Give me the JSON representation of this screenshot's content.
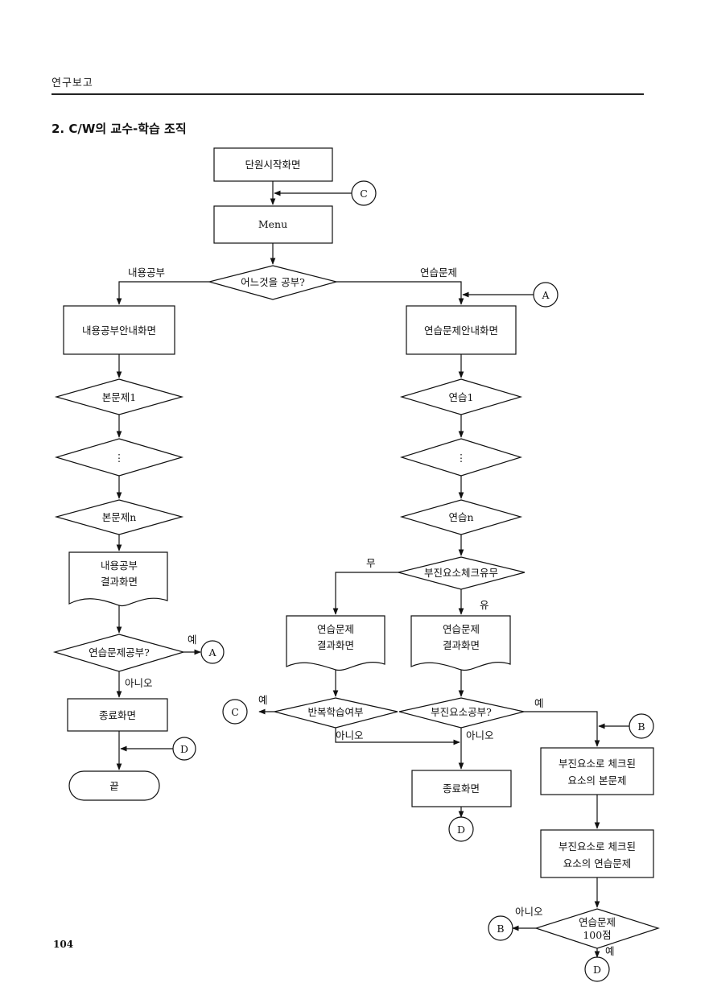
{
  "header": {
    "label": "연구보고",
    "section_title": "2. C/W의 교수-학습 조직",
    "page_number": "104"
  },
  "flowchart": {
    "start_screen": "단원시작화면",
    "menu": "Menu",
    "which_study": "어느것을 공부?",
    "branch_content": "내용공부",
    "branch_exercise": "연습문제",
    "content_intro": "내용공부안내화면",
    "content_problem_1": "본문제1",
    "content_ellipsis": "⋮",
    "content_problem_n": "본문제n",
    "content_result_line1": "내용공부",
    "content_result_line2": "결과화면",
    "exercise_study_q": "연습문제공부?",
    "yes": "예",
    "no": "아니오",
    "end_screen_left": "종료화면",
    "end": "끝",
    "exercise_intro": "연습문제안내화면",
    "exercise_1": "연습1",
    "exercise_ellipsis": "⋮",
    "exercise_n": "연습n",
    "weakness_check": "부진요소체크유무",
    "absent": "무",
    "present": "유",
    "exercise_result_line1": "연습문제",
    "exercise_result_line2": "결과화면",
    "repeat_study": "반복학습여부",
    "weakness_study": "부진요소공부?",
    "end_screen_mid": "종료화면",
    "weak_main_line1": "부진요소로 체크된",
    "weak_main_line2": "요소의 본문제",
    "weak_ex_line1": "부진요소로 체크된",
    "weak_ex_line2": "요소의 연습문제",
    "score_line1": "연습문제",
    "score_line2": "100점",
    "connector_a": "A",
    "connector_b": "B",
    "connector_c": "C",
    "connector_d": "D"
  }
}
